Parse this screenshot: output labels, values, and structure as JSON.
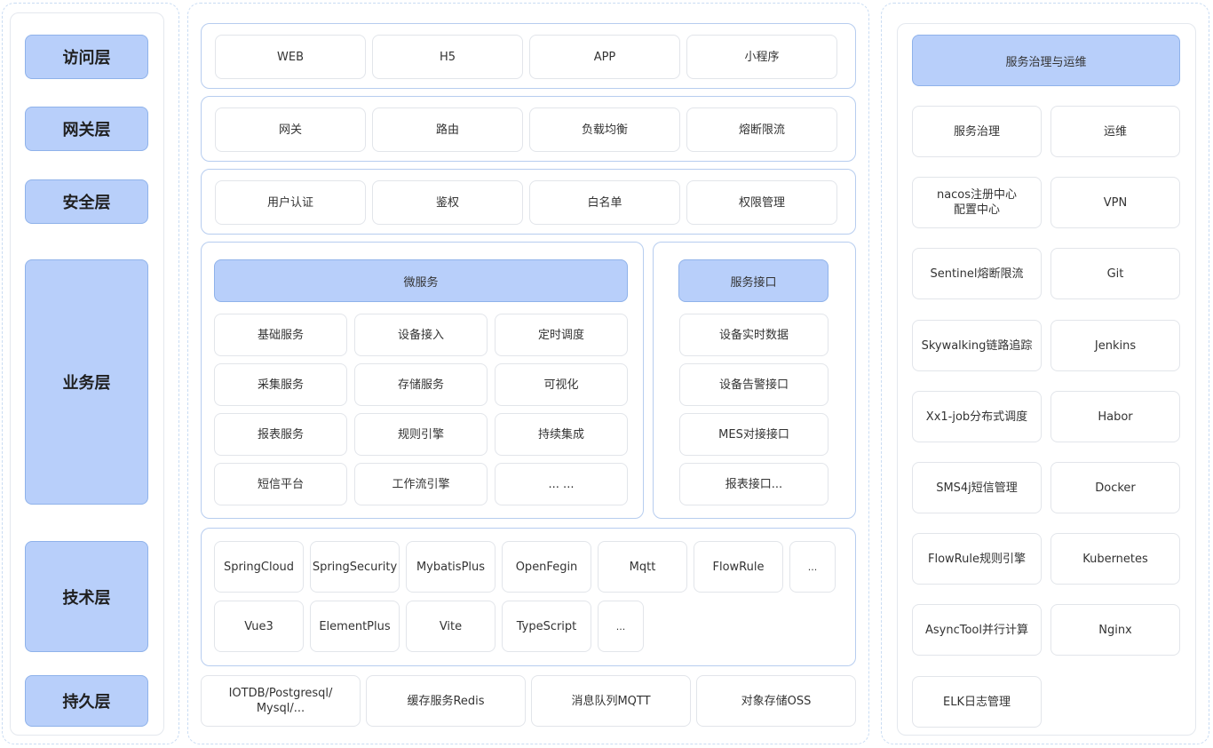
{
  "layers": [
    "访问层",
    "网关层",
    "安全层",
    "业务层",
    "技术层",
    "持久层"
  ],
  "access": [
    "WEB",
    "H5",
    "APP",
    "小程序"
  ],
  "gateway": [
    "网关",
    "路由",
    "负载均衡",
    "熔断限流"
  ],
  "security": [
    "用户认证",
    "鉴权",
    "白名单",
    "权限管理"
  ],
  "business": {
    "micro_title": "微服务",
    "micro_items": [
      "基础服务",
      "设备接入",
      "定时调度",
      "采集服务",
      "存储服务",
      "可视化",
      "报表服务",
      "规则引擎",
      "持续集成",
      "短信平台",
      "工作流引擎",
      "... ..."
    ],
    "api_title": "服务接口",
    "api_items": [
      "设备实时数据",
      "设备告警接口",
      "MES对接接口",
      "报表接口..."
    ]
  },
  "tech": {
    "row1": [
      "SpringCloud",
      "SpringSecurity",
      "MybatisPlus",
      "OpenFegin",
      "Mqtt",
      "FlowRule",
      "..."
    ],
    "row2": [
      "Vue3",
      "ElementPlus",
      "Vite",
      "TypeScript",
      "..."
    ]
  },
  "persist": [
    "IOTDB/Postgresql/\nMysql/...",
    "缓存服务Redis",
    "消息队列MQTT",
    "对象存储OSS"
  ],
  "ops": {
    "title": "服务治理与运维",
    "left": [
      "服务治理",
      "nacos注册中心\n配置中心",
      "Sentinel熔断限流",
      "Skywalking链路追踪",
      "Xx1-job分布式调度",
      "SMS4j短信管理",
      "FlowRule规则引擎",
      "AsyncTool并行计算",
      "ELK日志管理"
    ],
    "right": [
      "运维",
      "VPN",
      "Git",
      "Jenkins",
      "Habor",
      "Docker",
      "Kubernetes",
      "Nginx"
    ]
  },
  "colors": {
    "accent_fill": "#b8cffa",
    "accent_border": "#8fb2ea",
    "panel_border": "#b7cdef"
  }
}
